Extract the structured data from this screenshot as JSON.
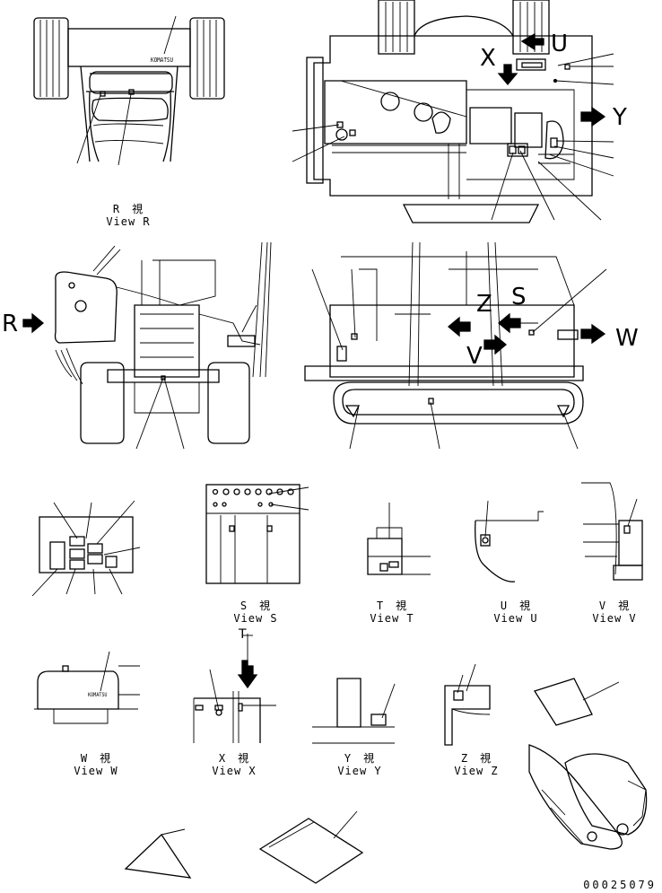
{
  "views": [
    {
      "id": "R",
      "kanji": "R　視",
      "label": "View R"
    },
    {
      "id": "S",
      "kanji": "S　視",
      "label": "View S"
    },
    {
      "id": "T",
      "kanji": "T　視",
      "label": "View T"
    },
    {
      "id": "U",
      "kanji": "U　視",
      "label": "View U"
    },
    {
      "id": "V",
      "kanji": "V　視",
      "label": "View V"
    },
    {
      "id": "W",
      "kanji": "W　視",
      "label": "View W"
    },
    {
      "id": "X",
      "kanji": "X　視",
      "label": "View X"
    },
    {
      "id": "Y",
      "kanji": "Y　視",
      "label": "View Y"
    },
    {
      "id": "Z",
      "kanji": "Z　視",
      "label": "View Z"
    }
  ],
  "view_letters": {
    "X": "X",
    "U": "U",
    "Y": "Y",
    "Z": "Z",
    "S": "S",
    "V": "V",
    "W": "W",
    "R": "R",
    "T": "T"
  },
  "decal_text": "KOMATSU",
  "drawing_number": "00025079",
  "colors": {
    "line": "#000000",
    "background": "#ffffff"
  }
}
